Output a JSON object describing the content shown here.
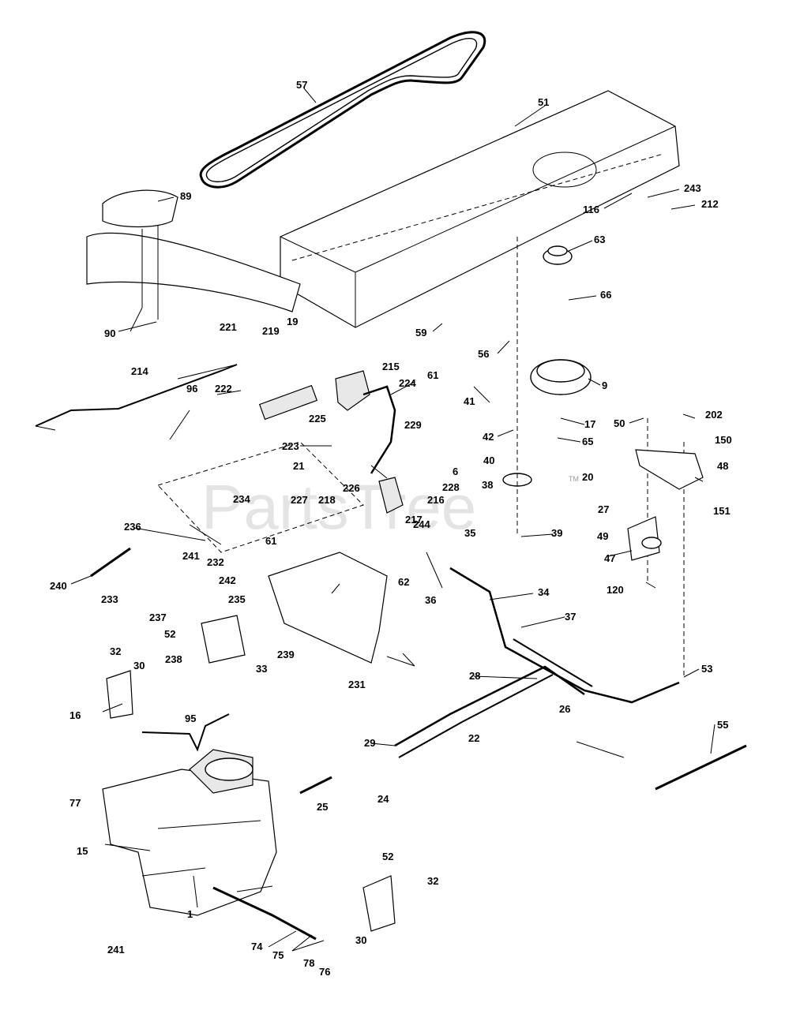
{
  "watermark": "PartsTree",
  "trademark": "TM",
  "callouts": [
    "57",
    "51",
    "243",
    "116",
    "212",
    "89",
    "63",
    "66",
    "59",
    "56",
    "9",
    "61",
    "90",
    "221",
    "219",
    "19",
    "215",
    "224",
    "214",
    "96",
    "222",
    "41",
    "17",
    "50",
    "202",
    "42",
    "65",
    "150",
    "225",
    "229",
    "48",
    "223",
    "6",
    "40",
    "20",
    "21",
    "226",
    "228",
    "38",
    "216",
    "27",
    "234",
    "227",
    "218",
    "217",
    "244",
    "35",
    "39",
    "151",
    "236",
    "61",
    "49",
    "240",
    "241",
    "232",
    "62",
    "47",
    "242",
    "233",
    "235",
    "237",
    "36",
    "120",
    "52",
    "239",
    "34",
    "37",
    "32",
    "30",
    "238",
    "33",
    "231",
    "28",
    "16",
    "26",
    "95",
    "29",
    "22",
    "24",
    "25",
    "77",
    "15",
    "1",
    "74",
    "75",
    "78",
    "76",
    "241",
    "30",
    "52",
    "32",
    "53",
    "55"
  ]
}
